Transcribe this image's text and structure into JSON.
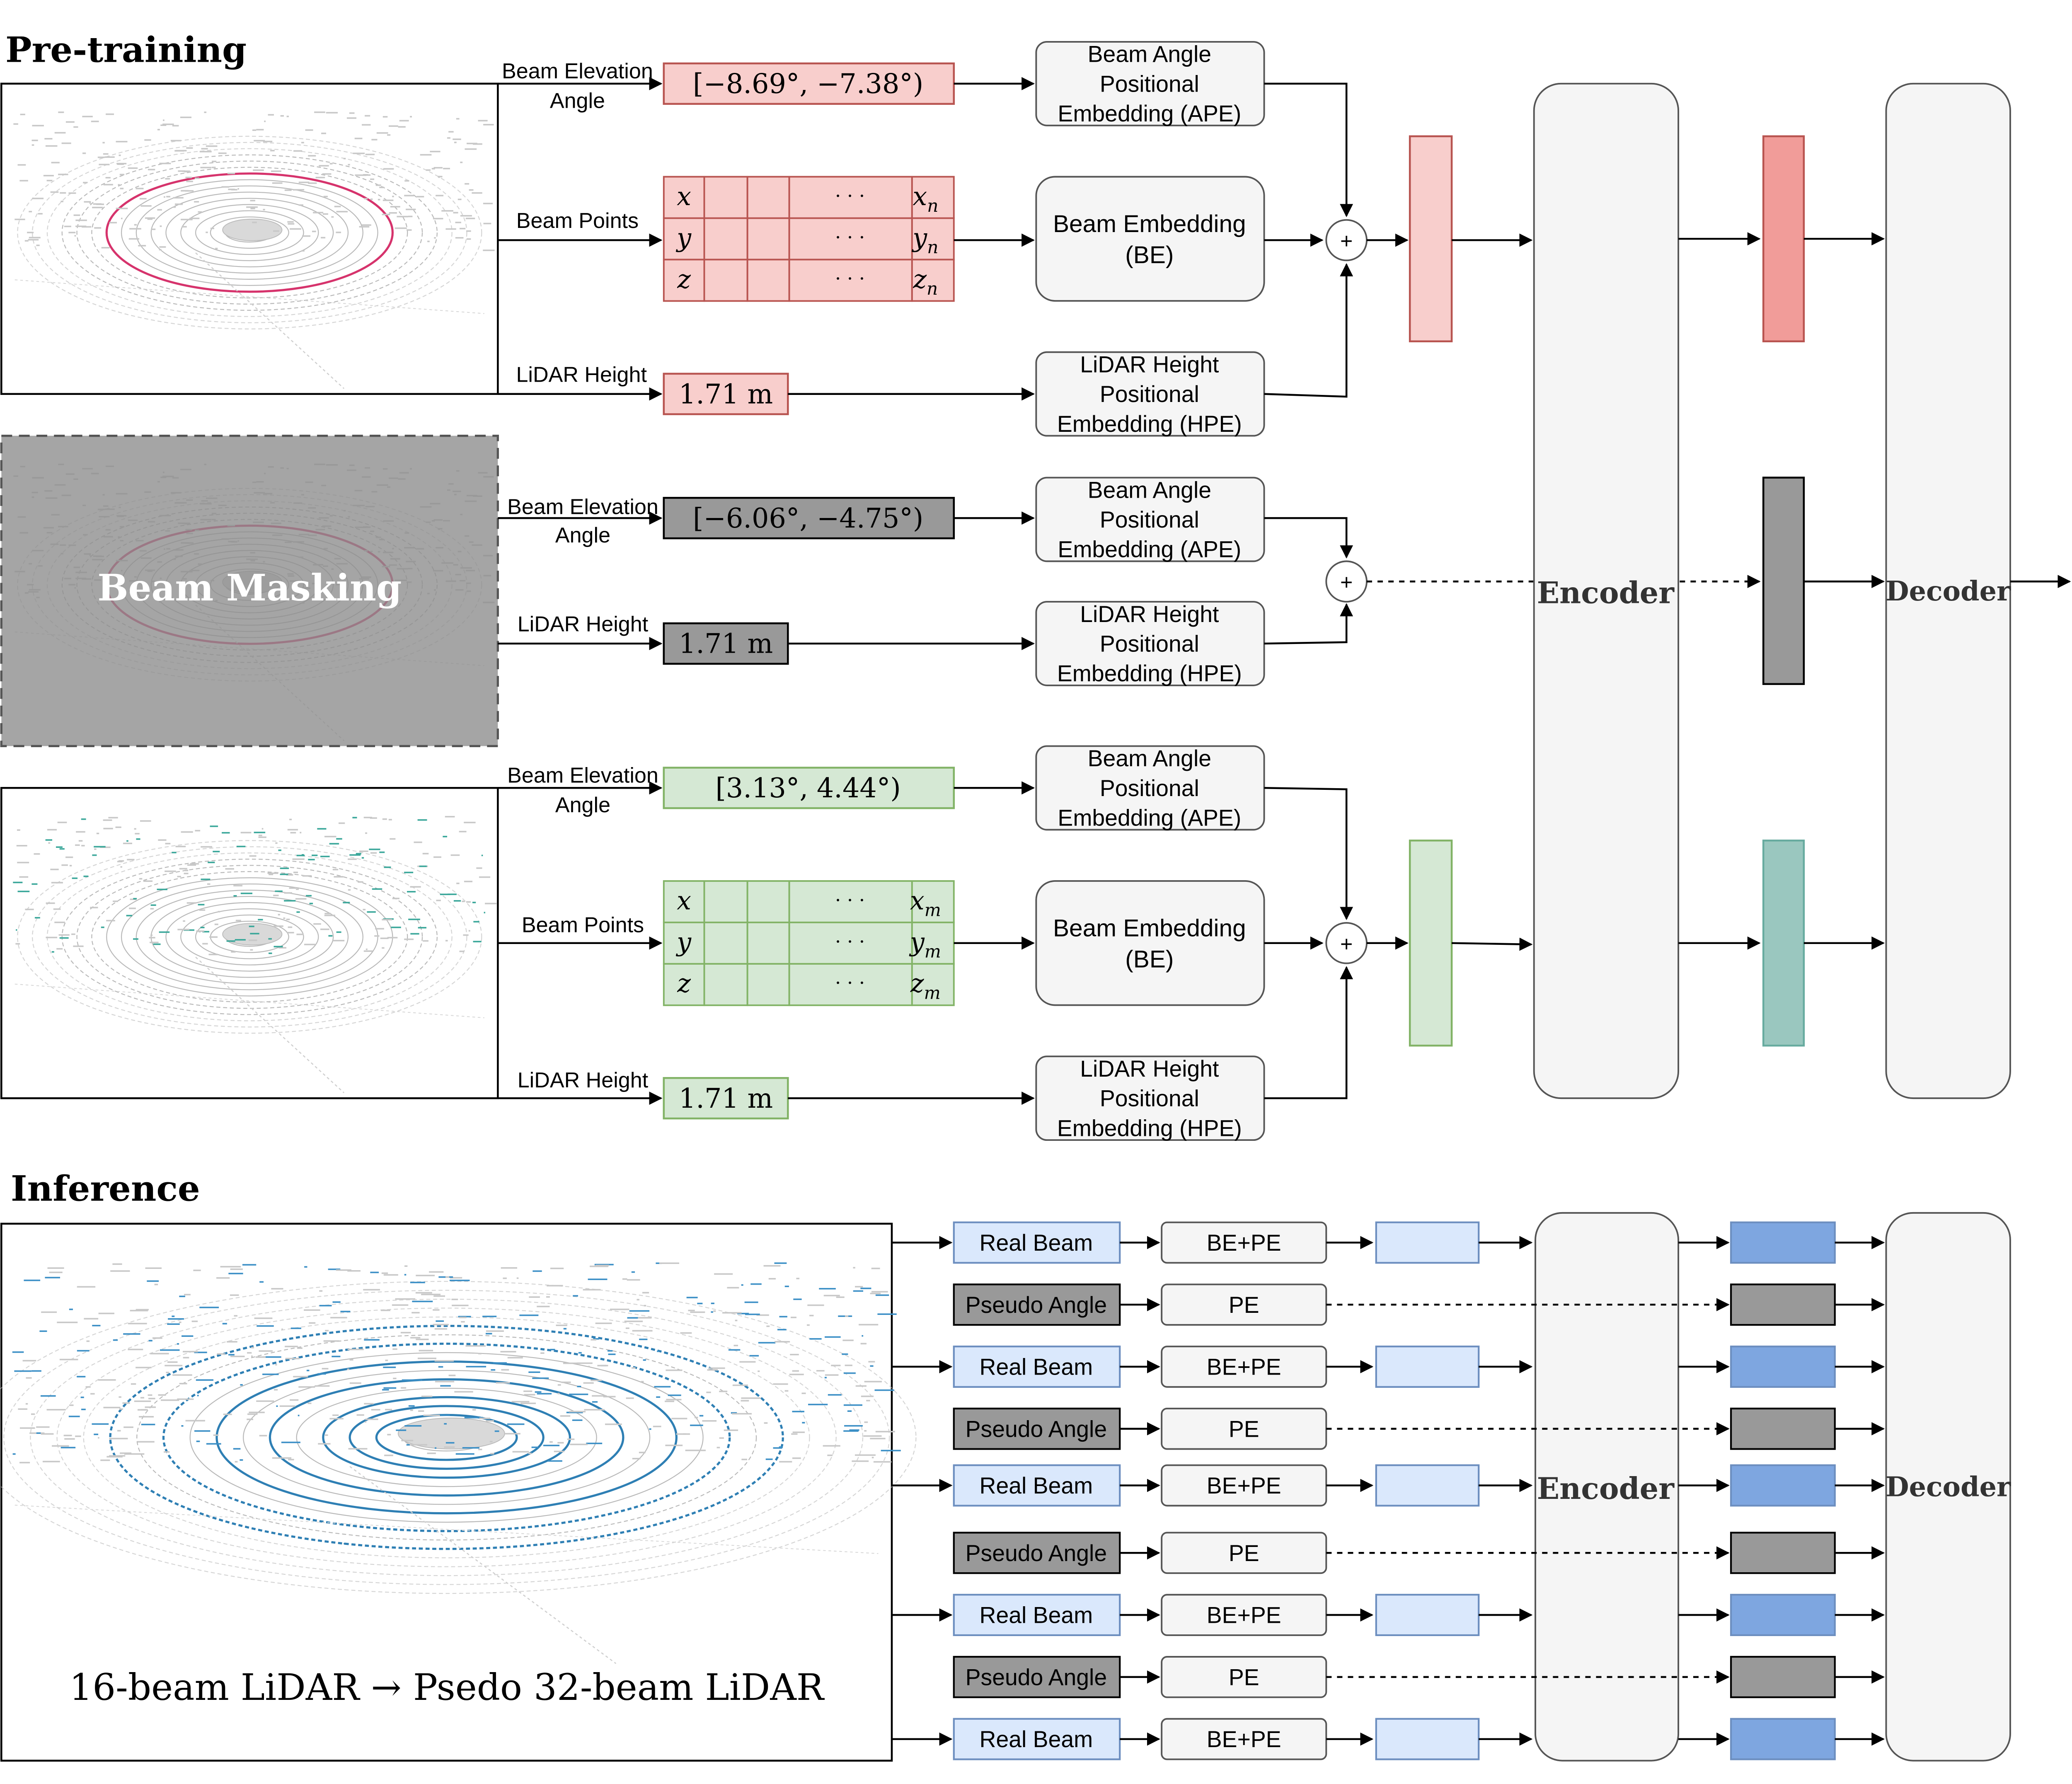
{
  "sections": {
    "pretraining": "Pre-training",
    "inference": "Inference"
  },
  "labels": {
    "beam_elevation": "Beam Elevation",
    "angle": "Angle",
    "beam_points": "Beam Points",
    "lidar_height": "LiDAR Height",
    "beam_masking": "Beam Masking",
    "encoder": "Encoder",
    "decoder": "Decoder"
  },
  "groups": [
    {
      "angle_range": "[−8.69°, −7.38°)",
      "height": "1.71 m",
      "last_sub": "n",
      "fill": "#f8cecc",
      "stroke": "#b85450"
    },
    {
      "angle_range": "[−6.06°, −4.75°)",
      "height": "1.71 m",
      "fill": "#999999",
      "stroke": "#000000"
    },
    {
      "angle_range": "[3.13°, 4.44°)",
      "height": "1.71 m",
      "last_sub": "m",
      "fill": "#d5e8d4",
      "stroke": "#82b366"
    }
  ],
  "embeddings": {
    "ape": {
      "line1": "Beam Angle",
      "line2": "Positional",
      "line3": "Embedding (APE)"
    },
    "hpe": {
      "line1": "LiDAR Height",
      "line2": "Positional",
      "line3": "Embedding (HPE)"
    },
    "be": {
      "line1": "Beam Embedding",
      "line2": "(BE)"
    }
  },
  "token_colors": {
    "red": "#f19c99",
    "gray": "#999999",
    "teal": "#9ac7bf",
    "purple": "#e1d5e7",
    "blue_light": "#dae8fc",
    "blue_dark": "#7ea6e0"
  },
  "inference": {
    "caption": "16-beam LiDAR → Psedo 32-beam LiDAR",
    "real_label": "Real Beam",
    "pseudo_label": "Pseudo Angle",
    "real_embed": "BE+PE",
    "pseudo_embed": "PE",
    "rows": [
      "real",
      "pseudo",
      "real",
      "pseudo",
      "real",
      "pseudo",
      "real",
      "pseudo",
      "real"
    ]
  },
  "symbols": {
    "plus": "+",
    "dots": "· · ·"
  }
}
